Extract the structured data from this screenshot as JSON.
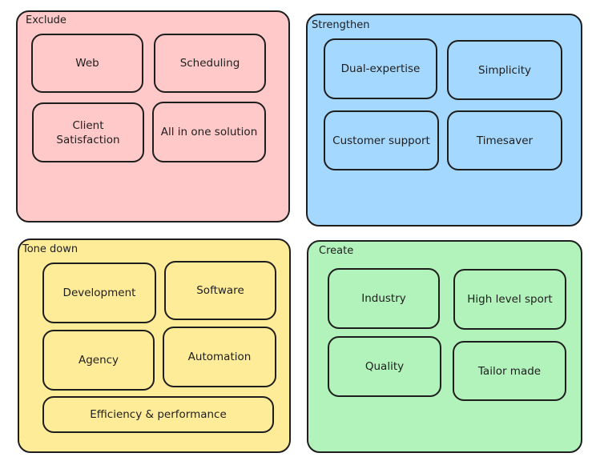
{
  "quadrants": {
    "exclude": {
      "title": "Exclude",
      "color": "#ffc9c9",
      "cards": [
        "Web",
        "Scheduling",
        "Client Satisfaction",
        "All in one solution"
      ]
    },
    "strengthen": {
      "title": "Strengthen",
      "color": "#a5d8ff",
      "cards": [
        "Dual-expertise",
        "Simplicity",
        "Customer support",
        "Timesaver"
      ]
    },
    "tone_down": {
      "title": "Tone down",
      "color": "#ffec99",
      "cards": [
        "Development",
        "Software",
        "Agency",
        "Automation",
        "Efficiency & performance"
      ]
    },
    "create": {
      "title": "Create",
      "color": "#b2f2bb",
      "cards": [
        "Industry",
        "High level sport",
        "Quality",
        "Tailor made"
      ]
    }
  }
}
